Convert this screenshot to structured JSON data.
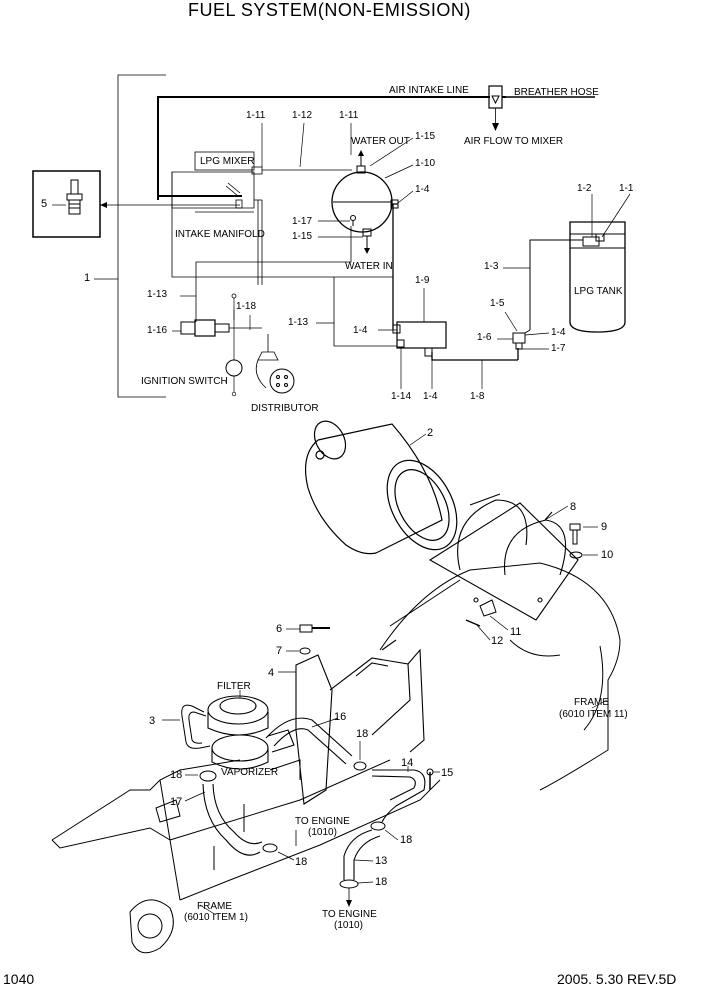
{
  "title": "FUEL SYSTEM(NON-EMISSION)",
  "page_number": "1040",
  "revision": "2005. 5.30  REV.5D",
  "schematic": {
    "air_intake_line": "AIR INTAKE LINE",
    "breather_hose": "BREATHER HOSE",
    "air_flow_to_mixer": "AIR FLOW TO MIXER",
    "lpg_mixer": "LPG MIXER",
    "intake_manifold": "INTAKE MANIFOLD",
    "water_out": "WATER OUT",
    "water_in": "WATER IN",
    "lpg_tank": "LPG TANK",
    "ignition_switch": "IGNITION SWITCH",
    "distributor": "DISTRIBUTOR",
    "callouts": {
      "c5": "5",
      "c1": "1",
      "c1_11a": "1-11",
      "c1_12": "1-12",
      "c1_11b": "1-11",
      "c1_15a": "1-15",
      "c1_10": "1-10",
      "c1_4a": "1-4",
      "c1_17": "1-17",
      "c1_15b": "1-15",
      "c1_2": "1-2",
      "c1_1": "1-1",
      "c1_3": "1-3",
      "c1_9": "1-9",
      "c1_13a": "1-13",
      "c1_18": "1-18",
      "c1_16": "1-16",
      "c1_13b": "1-13",
      "c1_4b": "1-4",
      "c1_5": "1-5",
      "c1_6": "1-6",
      "c1_4c": "1-4",
      "c1_7": "1-7",
      "c1_14": "1-14",
      "c1_4d": "1-4",
      "c1_8": "1-8"
    }
  },
  "assembly": {
    "filter": "FILTER",
    "vaporizer": "VAPORIZER",
    "to_engine_1": "TO ENGINE",
    "to_engine_1_ref": "(1010)",
    "to_engine_2": "TO ENGINE",
    "to_engine_2_ref": "(1010)",
    "frame_right": "FRAME",
    "frame_right_ref": "(6010 ITEM 11)",
    "frame_left": "FRAME",
    "frame_left_ref": "(6010 ITEM 1)",
    "callouts": {
      "c2": "2",
      "c8": "8",
      "c9": "9",
      "c10": "10",
      "c11": "11",
      "c12": "12",
      "c6": "6",
      "c7": "7",
      "c4": "4",
      "c3": "3",
      "c16": "16",
      "c18a": "18",
      "c18b": "18",
      "c17": "17",
      "c14": "14",
      "c15": "15",
      "c18c": "18",
      "c18d": "18",
      "c13": "13",
      "c18e": "18"
    }
  }
}
